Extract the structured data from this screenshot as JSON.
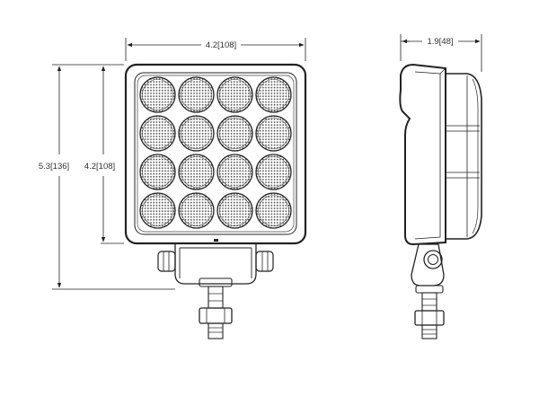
{
  "dimensions": {
    "front_width": "4.2[108]",
    "front_overall_height": "5.3[136]",
    "front_housing_height": "4.2[108]",
    "side_depth": "1.9[48]"
  },
  "lens_grid": {
    "rows": 4,
    "columns": 4,
    "count": 16
  },
  "colors": {
    "line": "#222222",
    "lens_mesh": "#555555",
    "background": "#ffffff"
  }
}
